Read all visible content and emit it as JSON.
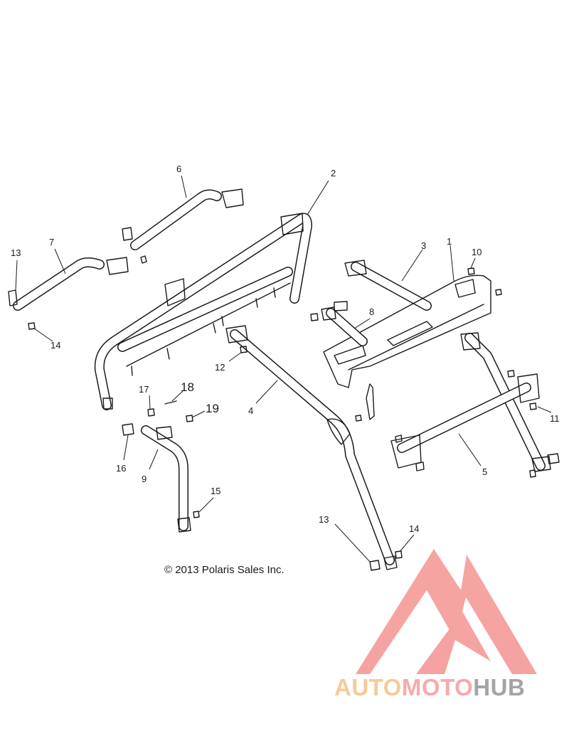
{
  "callouts": [
    {
      "id": "1",
      "label": "1"
    },
    {
      "id": "2",
      "label": "2"
    },
    {
      "id": "3",
      "label": "3"
    },
    {
      "id": "4",
      "label": "4"
    },
    {
      "id": "5",
      "label": "5"
    },
    {
      "id": "6",
      "label": "6"
    },
    {
      "id": "7",
      "label": "7"
    },
    {
      "id": "8",
      "label": "8"
    },
    {
      "id": "9",
      "label": "9"
    },
    {
      "id": "10",
      "label": "10"
    },
    {
      "id": "11",
      "label": "11"
    },
    {
      "id": "12",
      "label": "12"
    },
    {
      "id": "13a",
      "label": "13"
    },
    {
      "id": "13b",
      "label": "13"
    },
    {
      "id": "14a",
      "label": "14"
    },
    {
      "id": "14b",
      "label": "14"
    },
    {
      "id": "15",
      "label": "15"
    },
    {
      "id": "16",
      "label": "16"
    },
    {
      "id": "17",
      "label": "17"
    },
    {
      "id": "18",
      "label": "18"
    },
    {
      "id": "19",
      "label": "19"
    }
  ],
  "copyright": "© 2013 Polaris Sales Inc.",
  "watermark": {
    "word_auto": "AUTO",
    "word_moto": "MOTO",
    "word_hub": "HUB",
    "colors": {
      "auto": "#f6c58c",
      "moto": "#f4a3a1",
      "hub": "#9b9b9b",
      "triangle": "#f49a98"
    }
  }
}
